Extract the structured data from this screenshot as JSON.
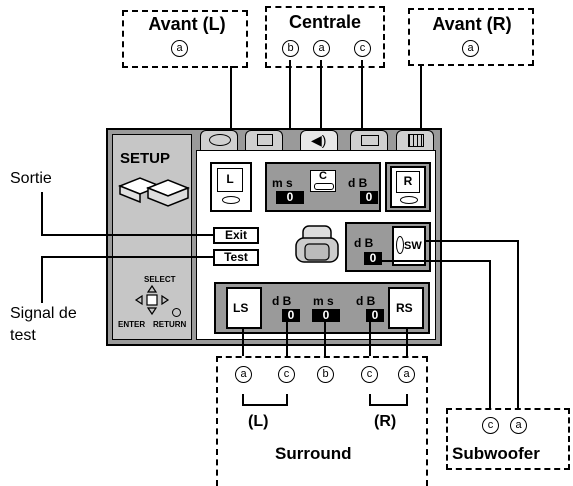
{
  "callouts": {
    "avant_l": "Avant (L)",
    "centrale": "Centrale",
    "avant_r": "Avant (R)",
    "sortie": "Sortie",
    "signal_line1": "Signal de",
    "signal_line2": "test",
    "surround": "Surround",
    "surround_l": "(L)",
    "surround_r": "(R)",
    "subwoofer": "Subwoofer"
  },
  "markers": {
    "a": "a",
    "b": "b",
    "c": "c"
  },
  "screen": {
    "setup_label": "SETUP",
    "exit_label": "Exit",
    "test_label": "Test",
    "nav_select": "SELECT",
    "nav_enter": "ENTER",
    "nav_return": "RETURN",
    "speakers": {
      "front_l": "L",
      "center": "C",
      "front_r": "R",
      "surround_l": "LS",
      "surround_r": "RS",
      "subwoofer": "SW"
    },
    "units": {
      "ms": "m s",
      "db": "d B"
    },
    "values": {
      "center_ms": "0",
      "center_db": "0",
      "sw_db": "0",
      "ls_db": "0",
      "surround_ms": "0",
      "rs_db": "0"
    }
  }
}
